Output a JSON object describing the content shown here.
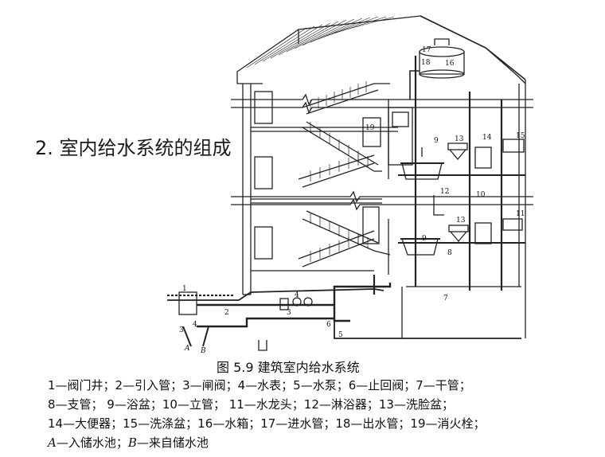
{
  "slide": {
    "title": "2. 室内给水系统的组成",
    "caption": "图 5.9  建筑室内给水系统",
    "legend_lines": [
      "1—阀门井；2—引入管；3—闸阀；4—水表；5—水泵；6—止回阀；7—干管；",
      "8—支管；  9—浴盆；10—立管；  11—水龙头；12—淋浴器；13—洗脸盆；",
      "14—大便器；15—洗涤盆；16—水箱；17—进水管；18—出水管；19—消火栓；"
    ],
    "legend_last": {
      "a_letter": "A",
      "a_text": "—入储水池；",
      "b_letter": "B",
      "b_text": "—来自储水池"
    }
  },
  "drawing_labels": {
    "n1": "1",
    "n2": "2",
    "n3": "3",
    "n4": "4",
    "n5": "5",
    "n6": "6",
    "n7": "7",
    "n8": "8",
    "n9a": "9",
    "n9b": "9",
    "n10": "10",
    "n11": "11",
    "n12": "12",
    "n13a": "13",
    "n13b": "13",
    "n14": "14",
    "n15": "15",
    "n16": "16",
    "n17": "17",
    "n18": "18",
    "n19": "19",
    "s3": "3",
    "s4": "4",
    "sA": "A",
    "sB": "B"
  }
}
